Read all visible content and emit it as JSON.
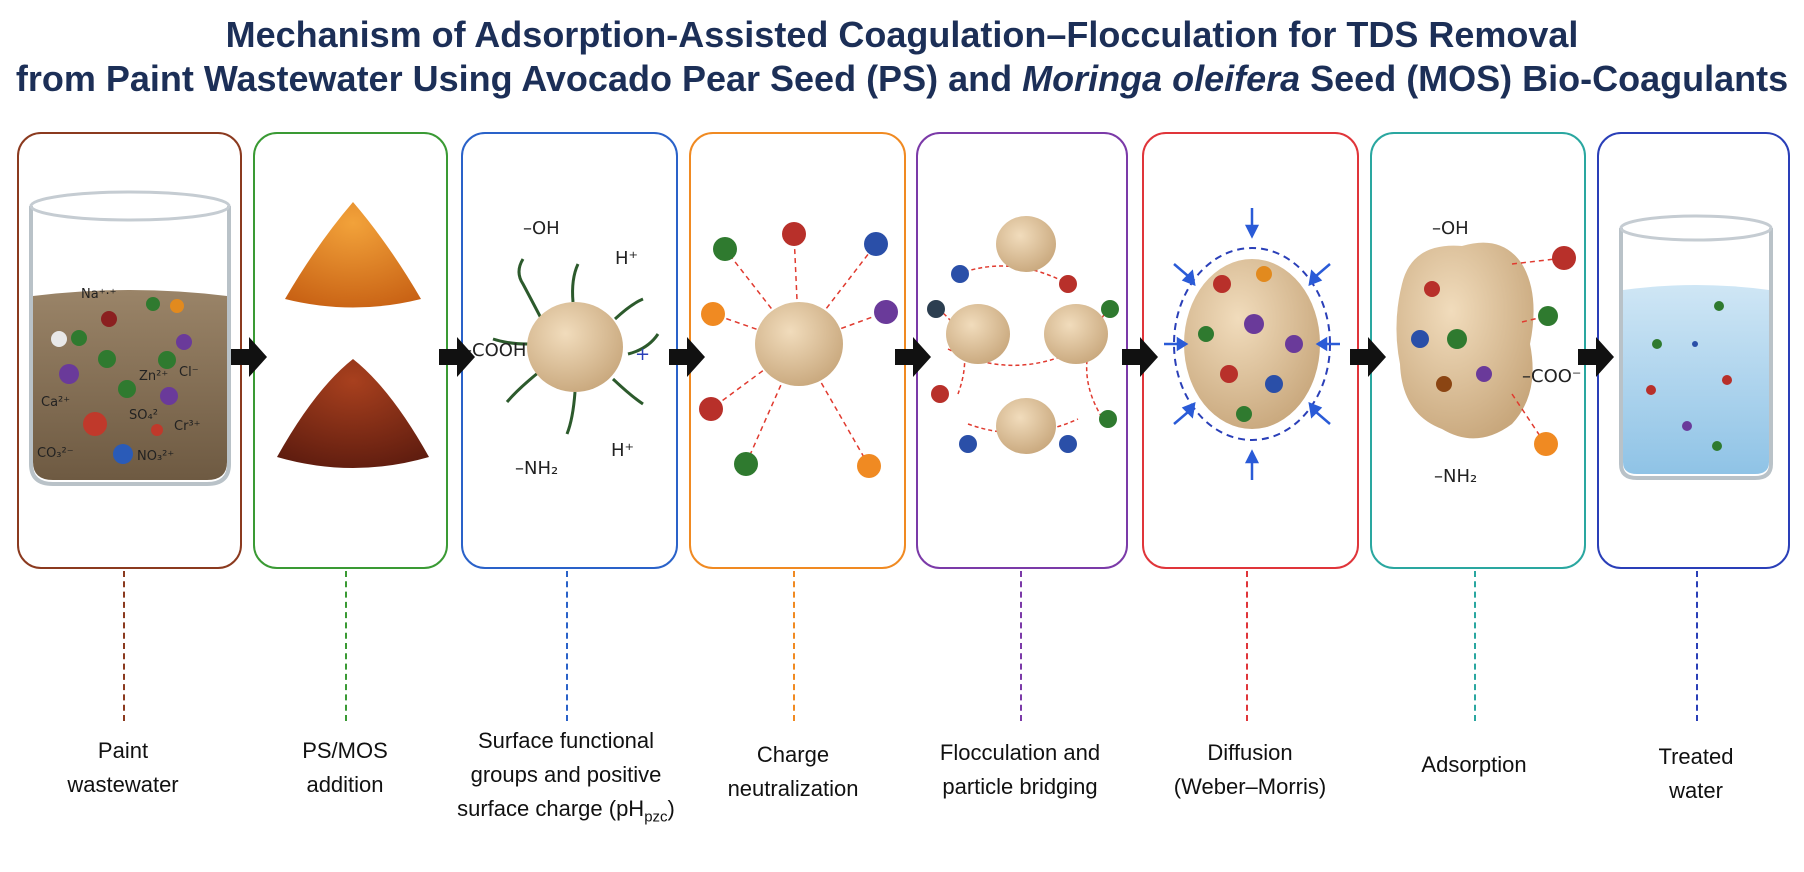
{
  "title": {
    "line1": "Mechanism of Adsorption-Assisted Coagulation–Flocculation for TDS Removal",
    "line2_prefix": "from Paint Wastewater Using Avocado Pear Seed (PS) and ",
    "line2_italic": "Moringa oleifera",
    "line2_suffix": " Seed (MOS) Bio-Coagulants"
  },
  "stages": [
    {
      "id": "paint",
      "label_l1": "Paint",
      "label_l2": "wastewater",
      "color": "#8b3a1f"
    },
    {
      "id": "addition",
      "label_l1": "PS/MOS",
      "label_l2": "addition",
      "color": "#3a9a34"
    },
    {
      "id": "surface",
      "label_l1": "Surface functional",
      "label_l2": "groups and positive",
      "label_l3_pre": "surface charge (pH",
      "label_l3_sub": "pzc",
      "label_l3_post": ")",
      "color": "#2a62c9"
    },
    {
      "id": "charge",
      "label_l1": "Charge",
      "label_l2": "neutralization",
      "color": "#f08a22"
    },
    {
      "id": "floc",
      "label_l1": "Flocculation and",
      "label_l2": "particle bridging",
      "color": "#7b3aa8"
    },
    {
      "id": "diffusion",
      "label_l1": "Diffusion",
      "label_l2": "(Weber–Morris)",
      "color": "#e0353a"
    },
    {
      "id": "adsorption",
      "label_l1": "Adsorption",
      "label_l2": "",
      "color": "#2aa7a0"
    },
    {
      "id": "treated",
      "label_l1": "Treated",
      "label_l2": "water",
      "color": "#2a3fb8"
    }
  ],
  "diagram_text": {
    "ions": {
      "na": "Na⁺·⁺",
      "co3": "CO₃²⁻",
      "no3": "NO₃²⁺",
      "ca": "Ca²⁺",
      "cl": "Cl⁻",
      "so4": "SO₄²",
      "zn": "Zn²⁺",
      "cr": "Cr³⁺"
    },
    "oh": "–OH",
    "cooh": "–COOH",
    "nh2": "–NH₂",
    "h_plus": "H⁺",
    "plus": "+",
    "minus": "-",
    "coo": "–COO⁻"
  }
}
